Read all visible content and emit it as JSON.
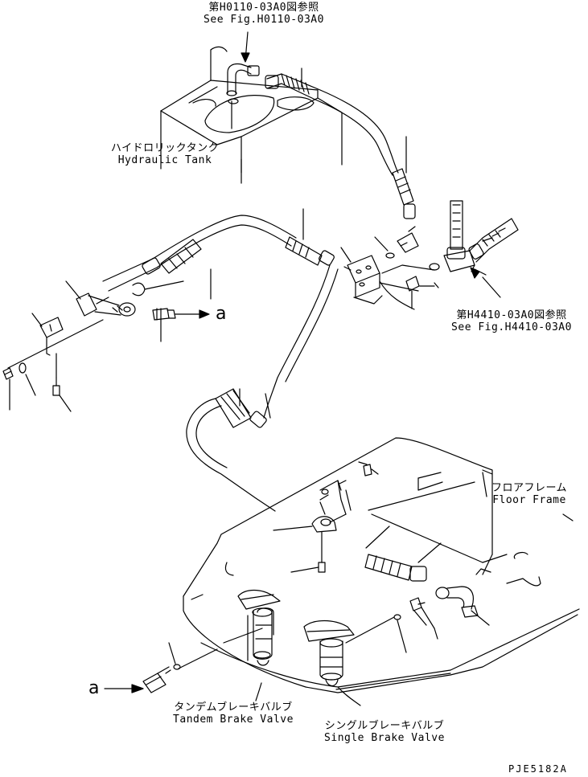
{
  "labels": {
    "ref_top": {
      "jp": "第H0110-03A0図参照",
      "en": "See Fig.H0110-03A0"
    },
    "ref_right": {
      "jp": "第H4410-03A0図参照",
      "en": "See Fig.H4410-03A0"
    },
    "hydraulic_tank": {
      "jp": "ハイドロリックタンク",
      "en": "Hydraulic Tank"
    },
    "floor_frame": {
      "jp": "フロアフレーム",
      "en": "Floor Frame"
    },
    "tandem_valve": {
      "jp": "タンデムブレーキバルブ",
      "en": "Tandem Brake Valve"
    },
    "single_valve": {
      "jp": "シングルブレーキバルブ",
      "en": "Single Brake Valve"
    },
    "marker_upper": "a",
    "marker_lower": "a",
    "drawing_code": "PJE5182A"
  },
  "colors": {
    "line": "#000000",
    "background": "#ffffff"
  }
}
